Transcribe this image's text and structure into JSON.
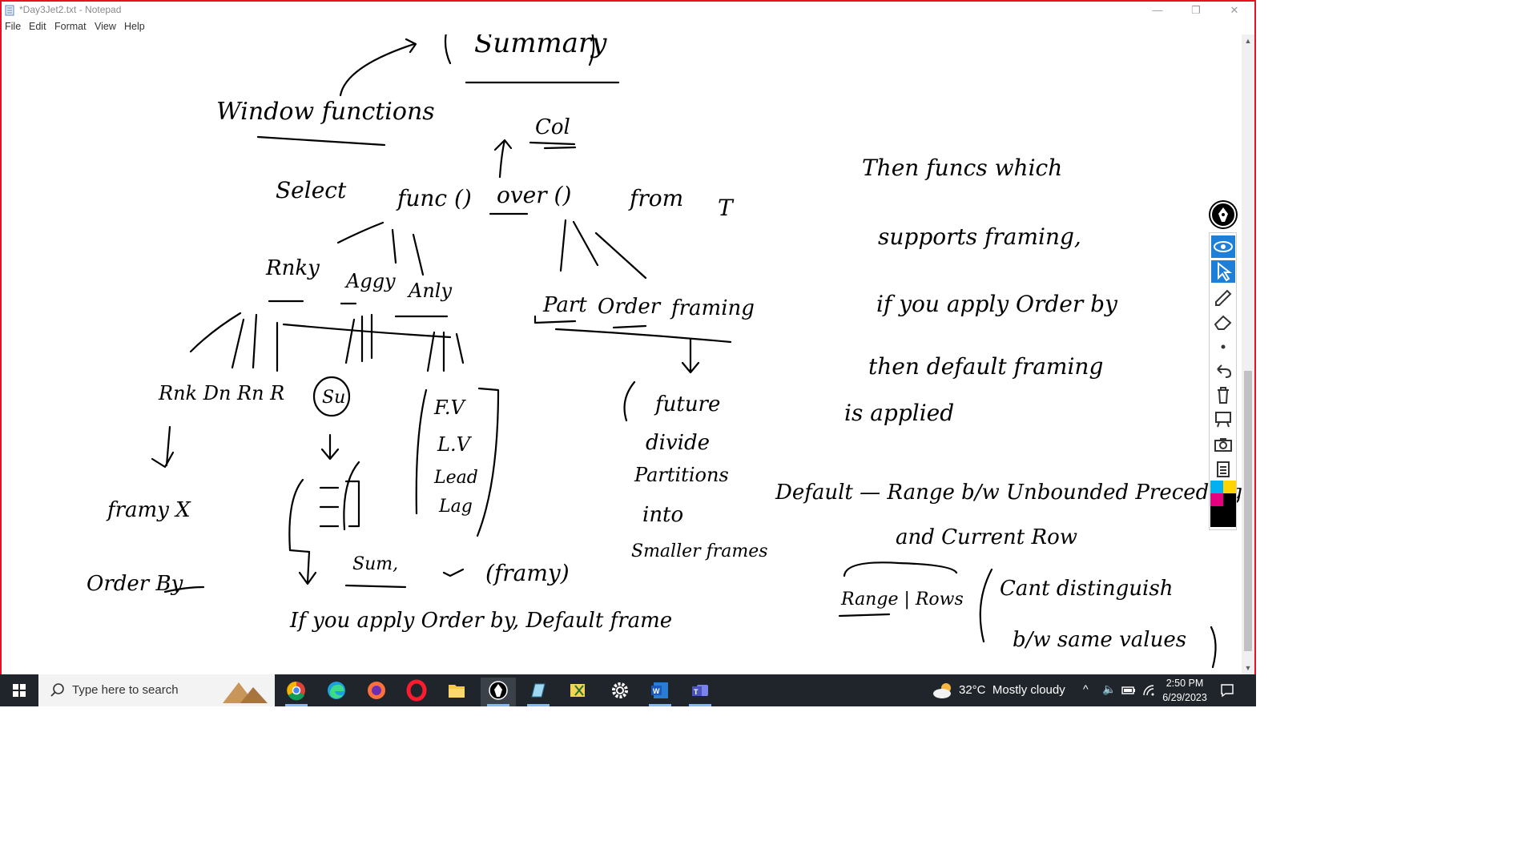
{
  "window": {
    "title": "*Day3Jet2.txt - Notepad",
    "controls": {
      "minimize": "—",
      "maximize": "❐",
      "close": "✕"
    }
  },
  "menu": [
    "File",
    "Edit",
    "Format",
    "View",
    "Help"
  ],
  "ink_notes": {
    "heading": "Summary",
    "window_functions": "Window functions",
    "col": "Col",
    "select": "Select",
    "func": "func ()",
    "over": "over ()",
    "from": "from",
    "t": "T",
    "ranking": "Rnky",
    "aggregate": "Aggy",
    "analytic": "Anly",
    "rank_funcs": "Rnk Dn Rn R",
    "sum": "Su",
    "frame_x": "framy X",
    "order_by": "Order By",
    "fv": "F.V",
    "lv": "L.V",
    "lead": "Lead",
    "lag": "Lag",
    "part": "Part",
    "order": "Order",
    "framing": "framing",
    "future": "future",
    "divide": "divide",
    "partitions": "Partitions",
    "into": "into",
    "smaller_frames": "Smaller frames",
    "sum_frame": "Sum,",
    "frame_paren": "(framy)",
    "if_order_by": "If you apply Order by, Default frame",
    "then_funcs": "Then funcs which",
    "supports_framing": "supports framing,",
    "if_apply": "if you apply Order by",
    "then_default": "then default framing",
    "is_applied": "is applied",
    "default_range": "Default — Range b/w Unbounded Preceding",
    "and_current": "and Current Row",
    "range_rows": "Range | Rows",
    "cant_distinguish": "Cant distinguish",
    "same_values": "b/w same values"
  },
  "colors": {
    "swatch_1": "#00b0f0",
    "swatch_2": "#ffd400",
    "swatch_3": "#e6007e",
    "swatch_4": "#000000",
    "accent": "#1e7fd8"
  },
  "pen_tools": [
    "view-icon",
    "pointer-icon",
    "pen-icon",
    "eraser-icon",
    "dot-icon",
    "undo-icon",
    "trash-icon",
    "whiteboard-icon",
    "camera-icon",
    "clipboard-icon"
  ],
  "taskbar": {
    "search_placeholder": "Type here to search",
    "apps": [
      "chrome",
      "edge",
      "firefox",
      "opera",
      "file-explorer",
      "epic-pen",
      "notepad",
      "snipping",
      "settings",
      "word",
      "teams"
    ],
    "weather": {
      "temp": "32°C",
      "desc": "Mostly cloudy"
    },
    "clock": {
      "time": "2:50 PM",
      "date": "6/29/2023"
    }
  }
}
